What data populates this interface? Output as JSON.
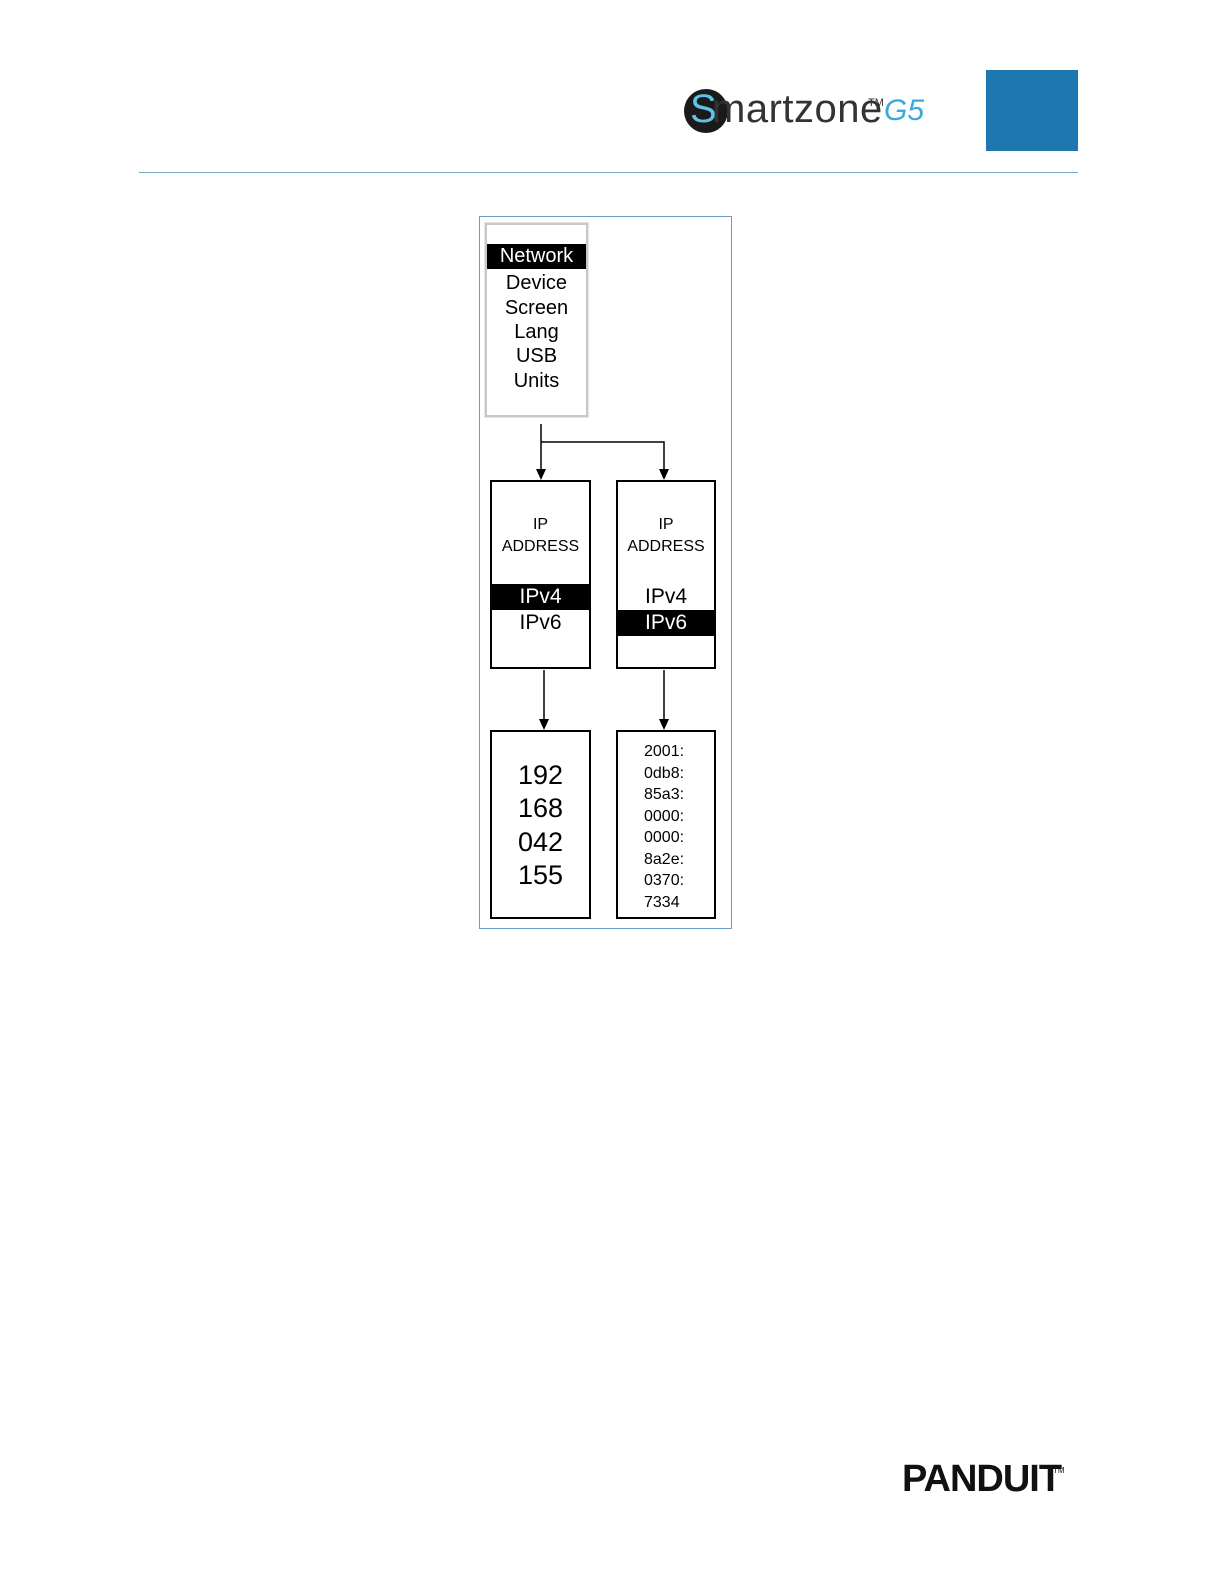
{
  "header": {
    "logo_s": "S",
    "logo_rest": "martzone",
    "logo_tm": "TM",
    "logo_g5": "G5",
    "brand_colors": {
      "accent_blue": "#1f77b0",
      "logo_cyan": "#39a9dc"
    }
  },
  "figure": {
    "menu": {
      "items": [
        "Network",
        "Device",
        "Screen",
        "Lang",
        "USB",
        "Units"
      ],
      "selected": "Network"
    },
    "ipv4_screen": {
      "title_line1": "IP",
      "title_line2": "ADDRESS",
      "options": [
        "IPv4",
        "IPv6"
      ],
      "selected": "IPv4"
    },
    "ipv6_screen": {
      "title_line1": "IP",
      "title_line2": "ADDRESS",
      "options": [
        "IPv4",
        "IPv6"
      ],
      "selected": "IPv6"
    },
    "ipv4_address": [
      "192",
      "168",
      "042",
      "155"
    ],
    "ipv6_address": [
      "2001:",
      "0db8:",
      "85a3:",
      "0000:",
      "0000:",
      "8a2e:",
      "0370:",
      "7334"
    ]
  },
  "footer": {
    "brand": "PANDUIT",
    "brand_tm": "TM"
  }
}
